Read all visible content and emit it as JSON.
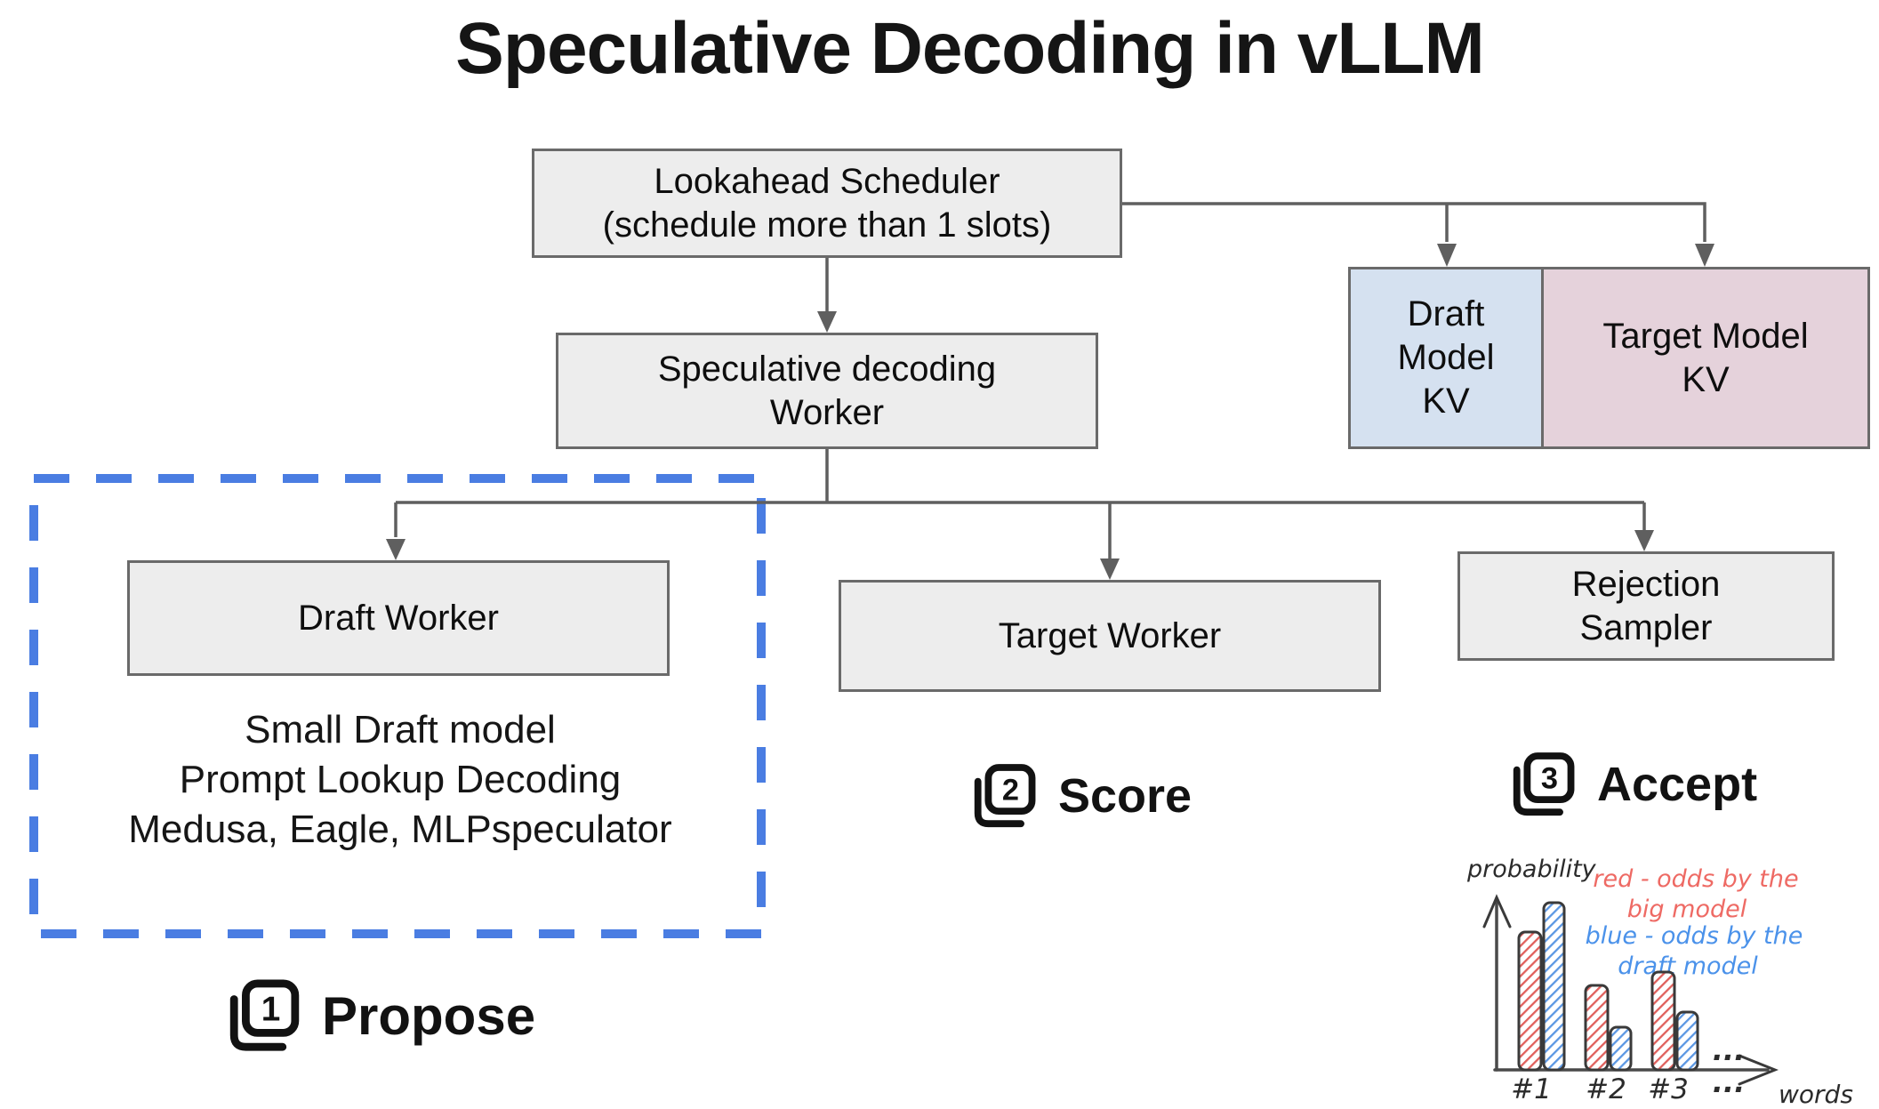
{
  "title": "Speculative Decoding in vLLM",
  "nodes": {
    "lookahead": {
      "lines": [
        "Lookahead Scheduler",
        "(schedule more than 1 slots)"
      ]
    },
    "spec_worker": {
      "lines": [
        "Speculative decoding",
        "Worker"
      ]
    },
    "draft_worker": {
      "lines": [
        "Draft Worker"
      ]
    },
    "target_worker": {
      "lines": [
        "Target Worker"
      ]
    },
    "rejection_sampler": {
      "lines": [
        "Rejection",
        "Sampler"
      ]
    },
    "draft_kv": {
      "lines": [
        "Draft",
        "Model",
        "KV"
      ]
    },
    "target_kv": {
      "lines": [
        "Target Model",
        "KV"
      ]
    }
  },
  "draft_methods": {
    "lines": [
      "Small Draft model",
      "Prompt Lookup Decoding",
      "Medusa, Eagle, MLPspeculator"
    ]
  },
  "steps": [
    {
      "number": "1",
      "label": "Propose"
    },
    {
      "number": "2",
      "label": "Score"
    },
    {
      "number": "3",
      "label": "Accept"
    }
  ],
  "colors": {
    "node_fill": "#ededed",
    "node_border": "#6a6a6a",
    "draft_kv_fill": "#d5e1f0",
    "target_kv_fill": "#e5d2db",
    "connector": "#5f5f5f",
    "dashed_box": "#4a7de2",
    "hatch_red": "#e0605c",
    "hatch_blue": "#5b97e3",
    "note_red": "#ee6a64",
    "note_blue": "#4b92ea"
  },
  "chart_data": {
    "type": "bar",
    "categories": [
      "#1",
      "#2",
      "#3"
    ],
    "series": [
      {
        "name": "red - odds by the big model",
        "color": "#e0605c",
        "values": [
          0.62,
          0.38,
          0.44
        ]
      },
      {
        "name": "blue - odds by the draft model",
        "color": "#5b97e3",
        "values": [
          0.75,
          0.19,
          0.26
        ]
      }
    ],
    "title": "",
    "xlabel": "words",
    "ylabel": "probability",
    "ylim": [
      0,
      1
    ],
    "legend_notes": {
      "red": [
        "red - odds by the",
        "big model"
      ],
      "blue": [
        "blue - odds by the",
        "draft model"
      ]
    },
    "ellipsis": "...",
    "style": "hand-drawn hatched bars, no gridlines, legend as colored handwritten notes"
  }
}
